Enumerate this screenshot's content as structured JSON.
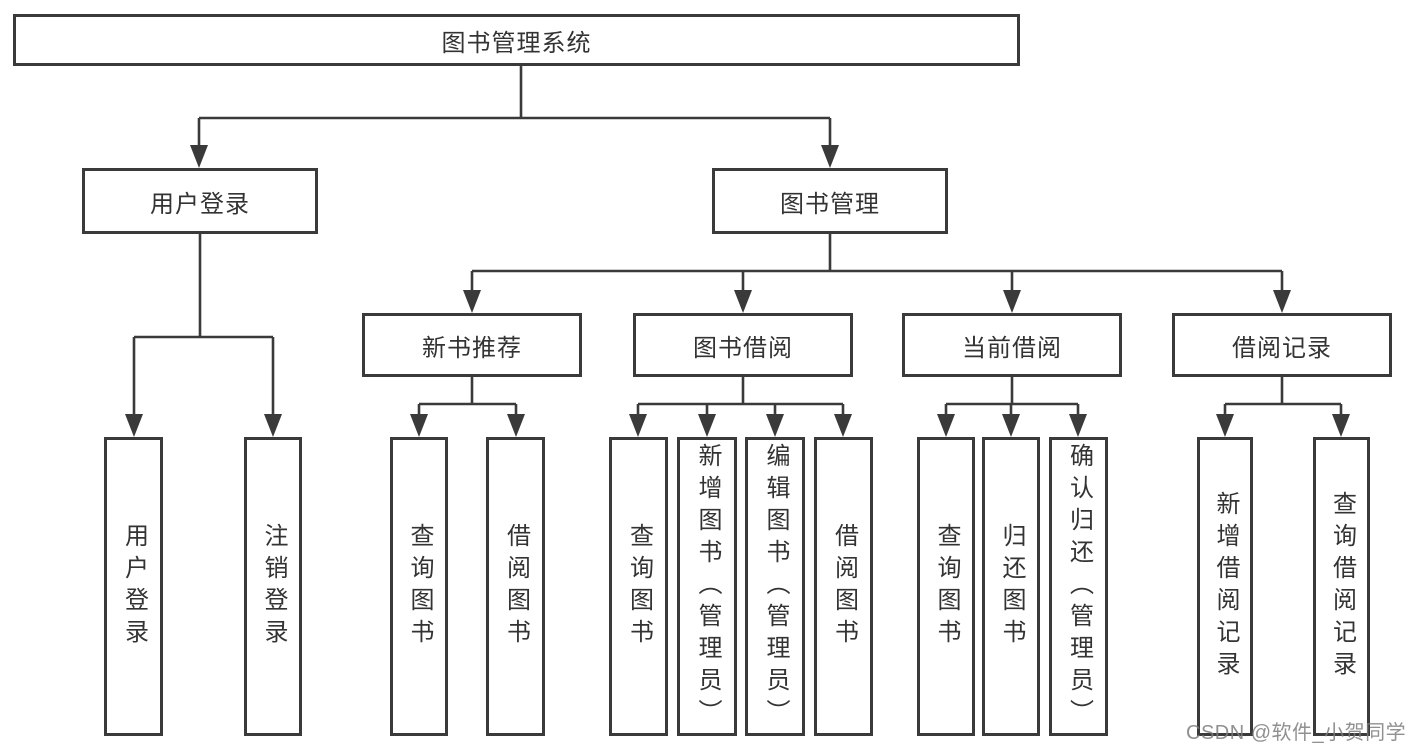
{
  "tree": {
    "root": "图书管理系统",
    "branches": [
      {
        "label": "用户登录",
        "leaves": [
          "用户登录",
          "注销登录"
        ]
      },
      {
        "label": "图书管理",
        "children": [
          {
            "label": "新书推荐",
            "leaves": [
              "查询图书",
              "借阅图书"
            ]
          },
          {
            "label": "图书借阅",
            "leaves": [
              "查询图书",
              "新增图书（管理员）",
              "编辑图书（管理员）",
              "借阅图书"
            ]
          },
          {
            "label": "当前借阅",
            "leaves": [
              "查询图书",
              "归还图书",
              "确认归还（管理员）"
            ]
          },
          {
            "label": "借阅记录",
            "leaves": [
              "新增借阅记录",
              "查询借阅记录"
            ]
          }
        ]
      }
    ]
  },
  "watermark": "CSDN @软件_小贺同学",
  "colors": {
    "border": "#3a3a3a",
    "line": "#3a3a3a",
    "text": "#333333",
    "watermark": "#7d7d7d",
    "background": "#ffffff"
  }
}
